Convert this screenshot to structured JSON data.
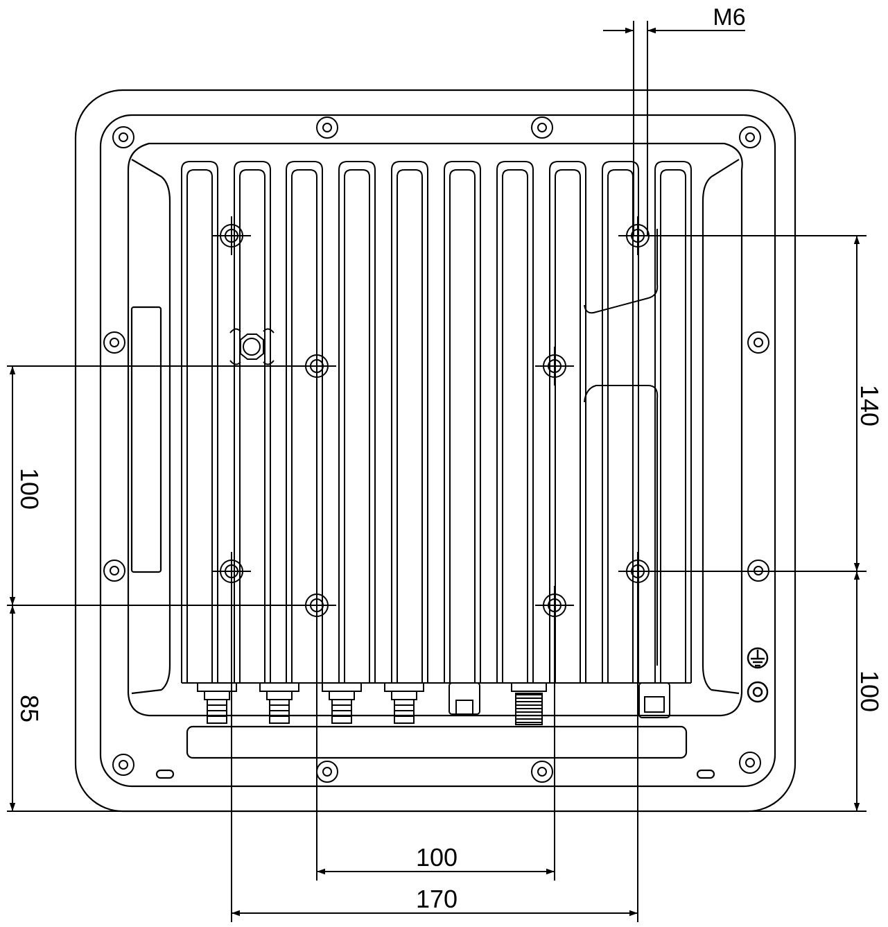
{
  "drawing": {
    "thread_label": "M6",
    "dimensions": {
      "bottom_inner": "100",
      "bottom_outer": "170",
      "left_upper": "100",
      "left_lower": "85",
      "right_upper": "140",
      "right_lower": "100"
    }
  },
  "colors": {
    "line": "#000000",
    "background": "#ffffff"
  }
}
